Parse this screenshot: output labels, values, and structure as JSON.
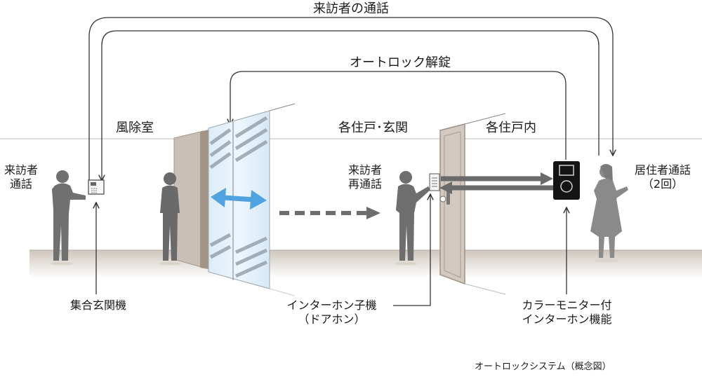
{
  "diagram": {
    "caption": "オートロックシステム（概念図）",
    "paths": {
      "visitor_call": "来訪者の通話",
      "auto_lock_release": "オートロック解錠"
    },
    "zones": {
      "vestibule": "風除室",
      "unit_entrance": "各住戸･玄関",
      "unit_inside": "各住戸内"
    },
    "people": {
      "visitor_call": [
        "来訪者",
        "通話"
      ],
      "visitor_recall": [
        "来訪者",
        "再通話"
      ],
      "resident_call": [
        "居住者通話",
        "（2回）"
      ]
    },
    "devices": {
      "entrance_panel": "集合玄関機",
      "door_station": [
        "インターホン子機",
        "（ドアホン）"
      ],
      "monitor_unit": [
        "カラーモニター付",
        "インターホン機能"
      ]
    }
  }
}
